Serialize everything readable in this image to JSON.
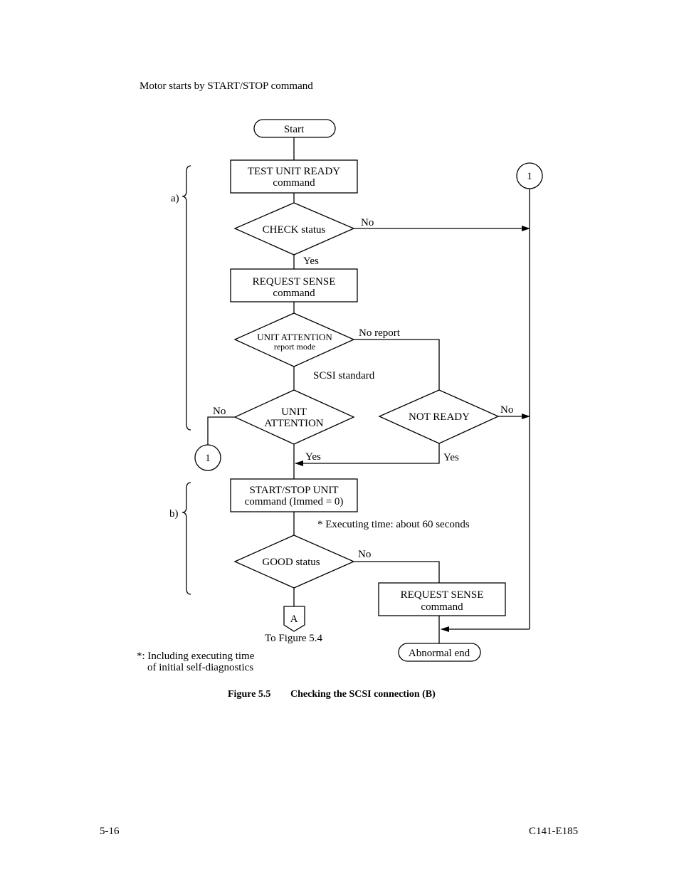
{
  "heading": "Motor starts by START/STOP command",
  "nodes": {
    "start": "Start",
    "tur1": "TEST UNIT READY",
    "tur2": "command",
    "check": "CHECK status",
    "rs1a": "REQUEST SENSE",
    "rs1b": "command",
    "ua_mode1": "UNIT ATTENTION",
    "ua_mode2": "report mode",
    "ua1": "UNIT",
    "ua2": "ATTENTION",
    "notready": "NOT READY",
    "ssu1": "START/STOP UNIT",
    "ssu2": "command (Immed = 0)",
    "good": "GOOD status",
    "rs2a": "REQUEST SENSE",
    "rs2b": "command",
    "abnormal": "Abnormal end",
    "conn_a": "A",
    "conn1_right": "1",
    "conn1_left": "1"
  },
  "labels": {
    "no_check": "No",
    "yes_check": "Yes",
    "no_report": "No report",
    "scsi_standard": "SCSI standard",
    "no_ua": "No",
    "yes_ua": "Yes",
    "no_notready": "No",
    "yes_notready": "Yes",
    "no_good": "No",
    "executing_time": "* Executing time:  about 60 seconds",
    "to_figure": "To Figure 5.4",
    "bracket_a": "a)",
    "bracket_b": "b)"
  },
  "footnote": {
    "line1": "*: Including executing time",
    "line2": "of initial self-diagnostics"
  },
  "caption": {
    "number": "Figure 5.5",
    "title": "Checking the SCSI connection (B)"
  },
  "footer": {
    "page": "5-16",
    "doc_id": "C141-E185"
  }
}
